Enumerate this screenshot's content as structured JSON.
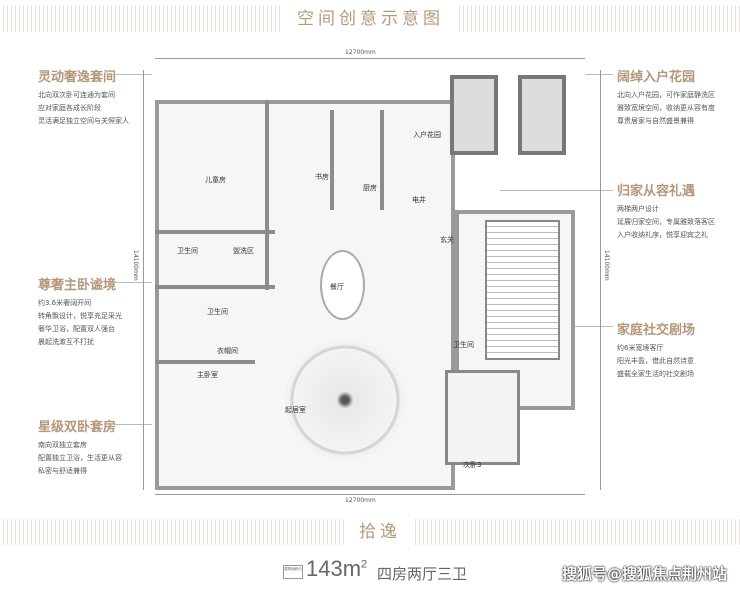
{
  "header": {
    "title": "空间创意示意图"
  },
  "dimensions": {
    "top": "12700mm",
    "bottom": "12700mm",
    "left": "14100mm",
    "right": "14100mm"
  },
  "features_left": [
    {
      "title": "灵动奢逸套间",
      "lines": [
        "北向双次卧可连通为套间",
        "应对家庭各成长阶段",
        "灵活满足独立空间与关照家人"
      ]
    },
    {
      "title": "尊奢主卧谧境",
      "lines": [
        "约3.6米奢阔开间",
        "转角飘设计，悦享充足采光",
        "奢华卫浴，配置双人强台",
        "晨起洗漱互不打扰"
      ]
    },
    {
      "title": "星级双卧套房",
      "lines": [
        "南向双独立套房",
        "配置独立卫浴，生活更从容",
        "私密与舒适兼得"
      ]
    }
  ],
  "features_right": [
    {
      "title": "阔绰入户花园",
      "lines": [
        "北向入户花园，可作家庭静洗区",
        "雅致宽境空间，收纳更从容有度",
        "尊贵居家与自然盛景兼得"
      ]
    },
    {
      "title": "归家从容礼遇",
      "lines": [
        "两梯两户设计",
        "延展归家空间，专属雅致落客区",
        "入户收纳礼序，悦享迎宾之礼"
      ]
    },
    {
      "title": "家庭社交剧场",
      "lines": [
        "约6米宽境客厅",
        "阳光丰盈，借此自然诗意",
        "盛载全家生活的社交剧场"
      ]
    }
  ],
  "rooms": {
    "kids": "儿童房",
    "study": "书房",
    "kitchen": "厨房",
    "garden": "入户花园",
    "shaft": "电井",
    "bath1": "卫生间",
    "wash": "盥洗区",
    "foyer": "玄关",
    "dining": "餐厅",
    "bath2": "卫生间",
    "closet": "衣帽间",
    "master": "主卧室",
    "living": "起居室",
    "bath3": "卫生间",
    "bedroom3": "次卧3"
  },
  "footer": {
    "project": "拾逸",
    "area_badge": "建筑面积约",
    "area": "143m",
    "area_sup": "2",
    "layout": "四房两厅三卫",
    "watermark": "搜狐号@搜狐焦点荆州站"
  }
}
